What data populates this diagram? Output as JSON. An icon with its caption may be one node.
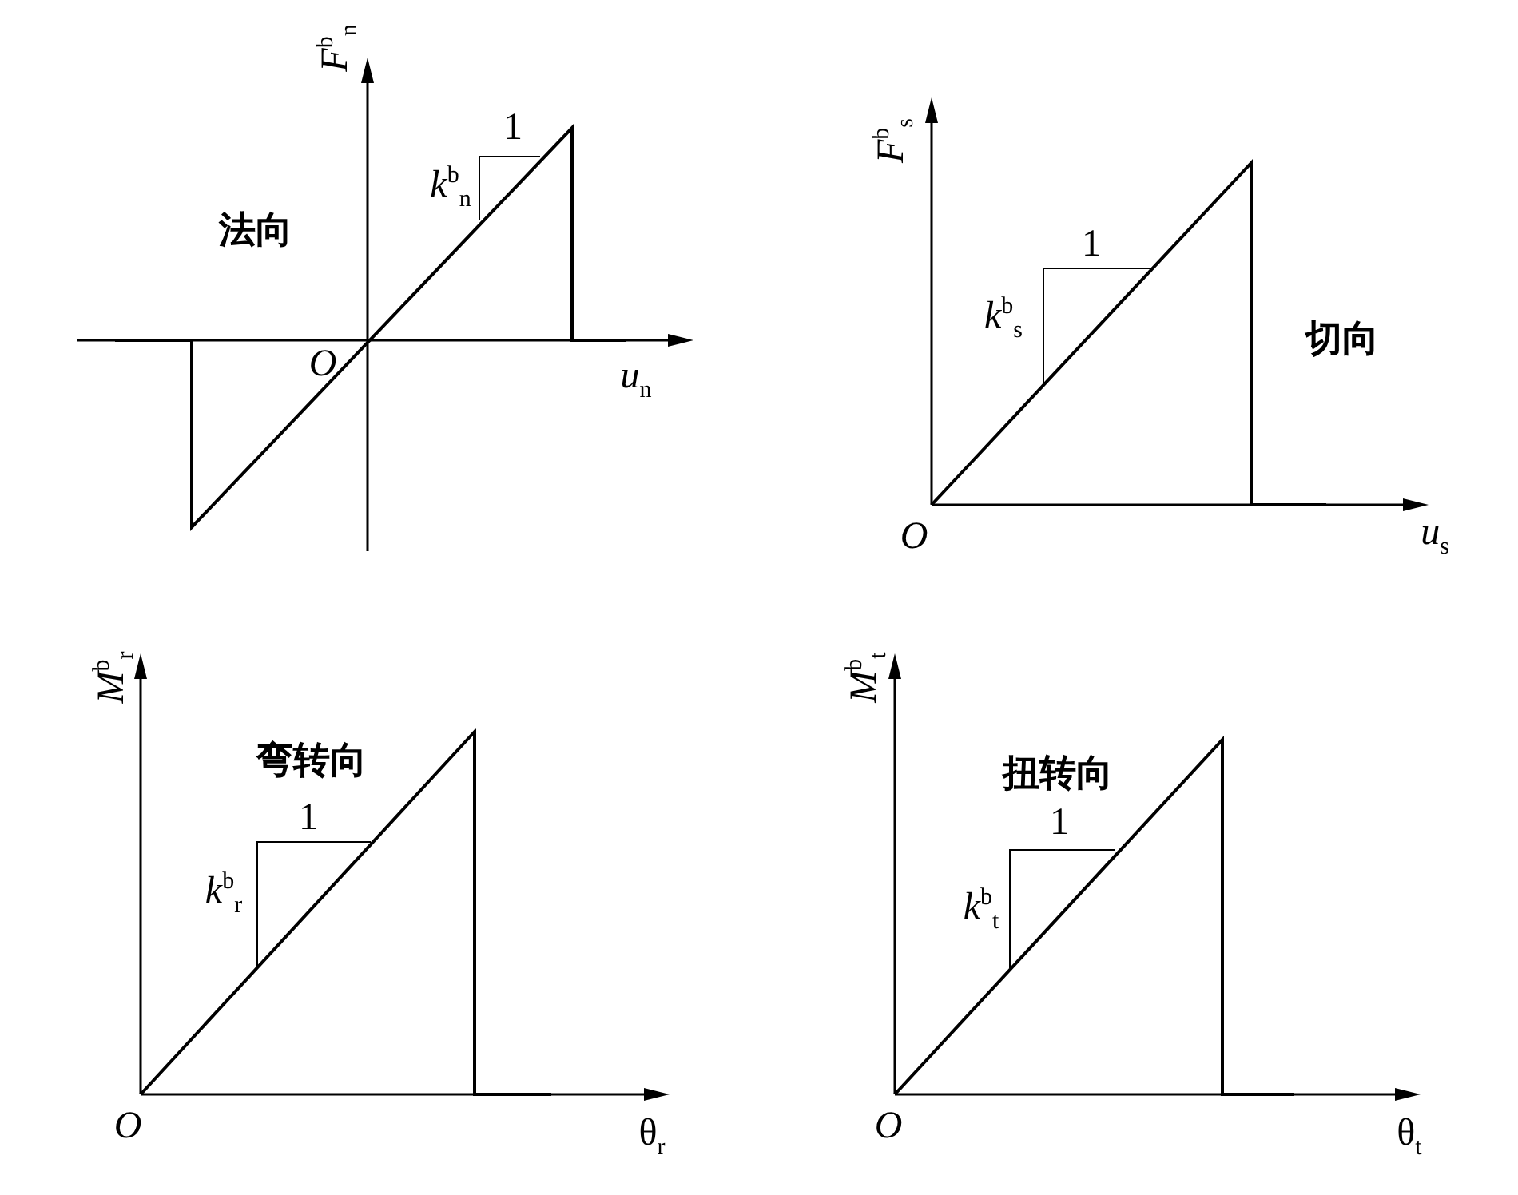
{
  "diagram": {
    "labels": [
      "*F*$^{b}$$_{n}$",
      "法向",
      "1",
      "*k*$^{b}$$_{n}$",
      "*O*",
      "*u*$_{n}$",
      "*F*$^{b}$$_{s}$",
      "1",
      "*k*$^{b}$$_{s}$",
      "切向",
      "*O*",
      "*u*$_{s}$",
      "*M*$^{b}$$_{r}$",
      "弯转向",
      "1",
      "*k*$^{b}$$_{r}$",
      "*O*",
      "θ$_{r}$",
      "*M*$^{b}$$_{t}$",
      "扭转向",
      "1",
      "*k*$^{b}$$_{t}$",
      "*O*",
      "θ$_{t}$"
    ]
  }
}
